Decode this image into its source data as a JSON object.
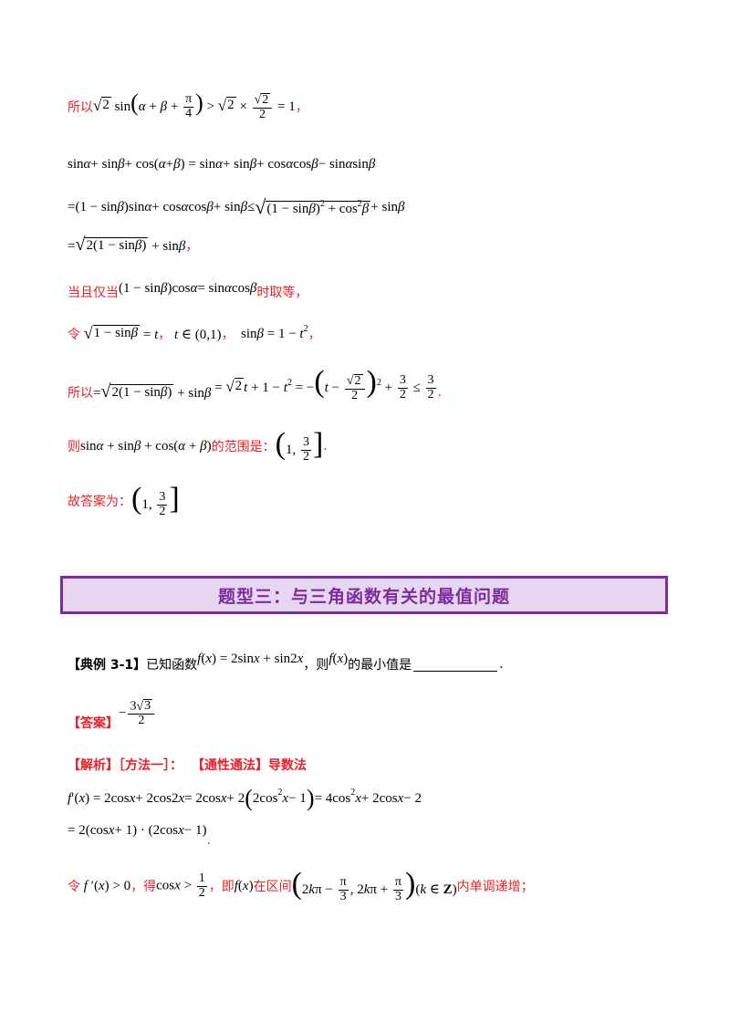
{
  "lines": {
    "l1_prefix": "所以",
    "l1_comma": "，",
    "l4_comma": "，",
    "l5_prefix": "当且仅当",
    "l5_suffix": "时取等，",
    "l6_prefix": "令",
    "l6_comma1": "，",
    "l6_comma2": "，",
    "l6_comma3": "，",
    "l7_prefix": "所以",
    "l7_end": ".",
    "l8_prefix": "则",
    "l8_mid": "的范围是：",
    "l8_end": ".",
    "l9_prefix": "故答案为："
  },
  "section": {
    "title": "题型三：与三角函数有关的最值问题",
    "color": "#7b2d9c",
    "background": "#e6d6f2"
  },
  "example": {
    "label": "【典例 3-1】",
    "text1": "已知函数",
    "text2": "，则",
    "text3": "的最小值是",
    "end": "."
  },
  "answer": {
    "label": "【答案】"
  },
  "analysis": {
    "label": "【解析】［方法一］：",
    "method": "【通性通法】导数法"
  },
  "last_line": {
    "prefix": "令",
    "t1": "，得",
    "t2": "，即",
    "t3": "在区间",
    "t4": "内单调递增；"
  }
}
